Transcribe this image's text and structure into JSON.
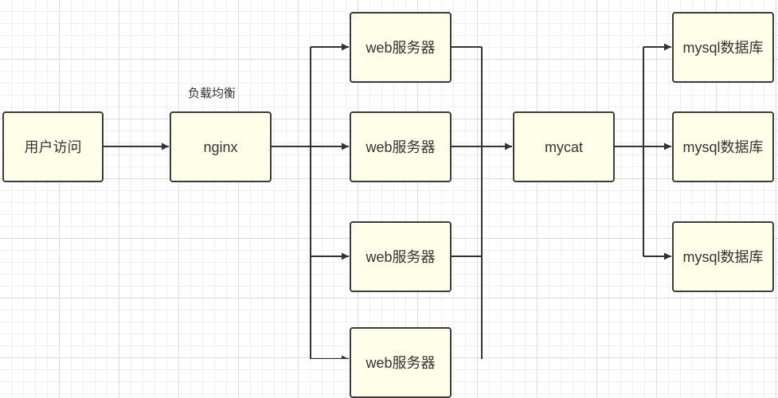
{
  "nodes": {
    "user": "用户访问",
    "nginx": "nginx",
    "web1": "web服务器",
    "web2": "web服务器",
    "web3": "web服务器",
    "web4": "web服务器",
    "mycat": "mycat",
    "db1": "mysql数据库",
    "db2": "mysql数据库",
    "db3": "mysql数据库"
  },
  "edge_label": "负载均衡",
  "colors": {
    "node_fill": "#fefee9",
    "node_border": "#3c3c3c",
    "line": "#333333"
  }
}
